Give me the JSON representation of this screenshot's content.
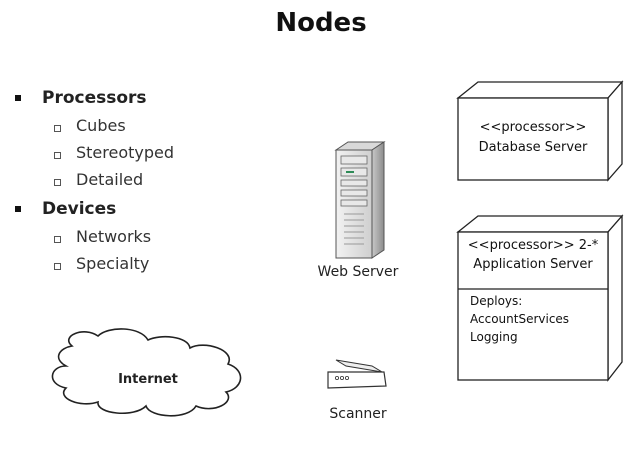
{
  "title": "Nodes",
  "bullets": [
    {
      "label": "Processors",
      "children": [
        "Cubes",
        "Stereotyped",
        "Detailed"
      ]
    },
    {
      "label": "Devices",
      "children": [
        "Networks",
        "Specialty"
      ]
    }
  ],
  "cloud_label": "Internet",
  "web_server_label": "Web Server",
  "scanner_label": "Scanner",
  "database_node": {
    "stereotype": "<<processor>>",
    "name": "Database Server"
  },
  "application_node": {
    "stereotype": "<<processor>> 2-*",
    "name": "Application Server",
    "deploys_label": "Deploys:",
    "deploys": [
      "AccountServices",
      "Logging"
    ]
  }
}
